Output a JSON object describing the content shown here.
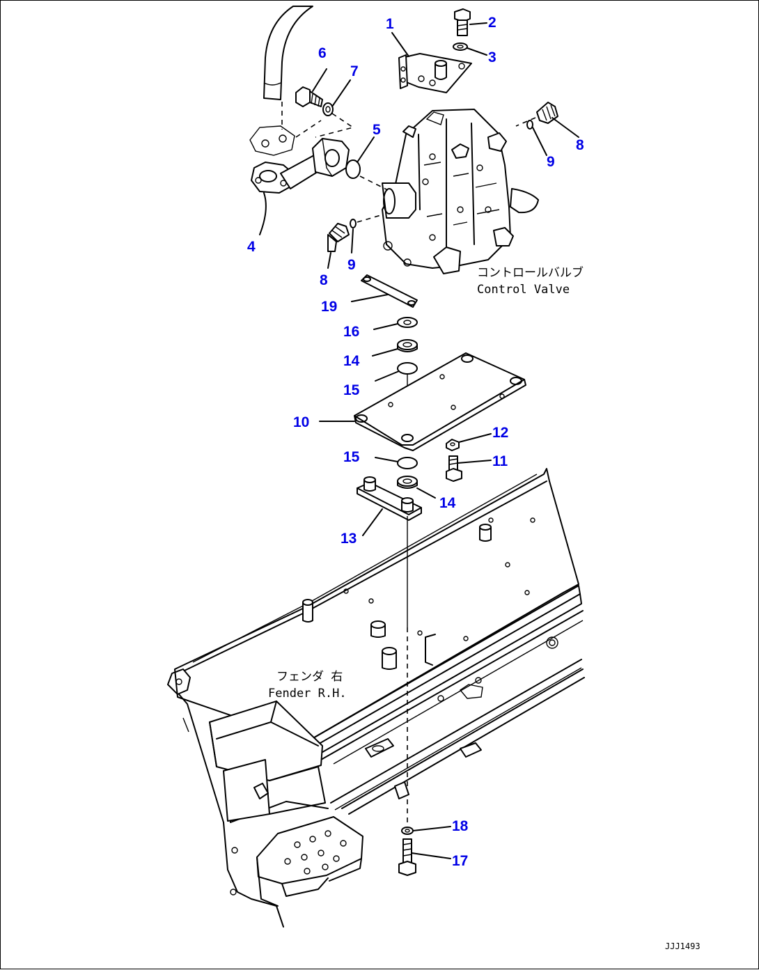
{
  "callouts": [
    "1",
    "2",
    "3",
    "4",
    "5",
    "6",
    "7",
    "8",
    "8",
    "9",
    "9",
    "10",
    "11",
    "12",
    "13",
    "14",
    "14",
    "15",
    "15",
    "16",
    "17",
    "18",
    "19"
  ],
  "labels": {
    "control_valve_jp": "コントロールバルブ",
    "control_valve_en": "Control Valve",
    "fender_jp": "フェンダ 右",
    "fender_en": "Fender R.H."
  },
  "figure_ref": "JJJ1493",
  "colors": {
    "callout": "#0000e6",
    "lines": "#000000",
    "background": "#ffffff"
  }
}
